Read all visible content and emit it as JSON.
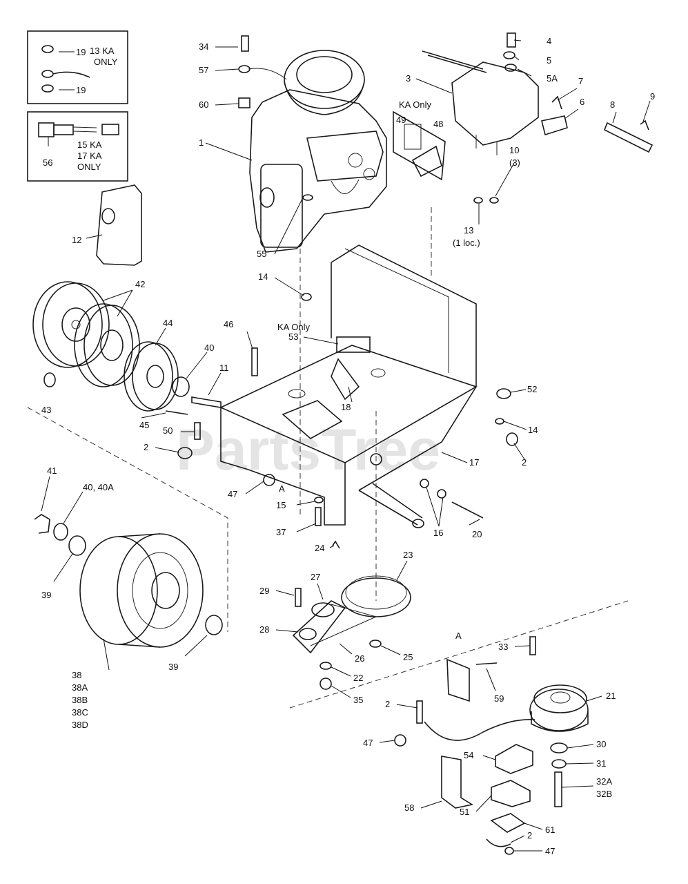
{
  "watermark": "PartsTree",
  "notes": {
    "ka13": [
      "13 KA",
      "ONLY"
    ],
    "ka1517": [
      "15 KA",
      "17 KA",
      "ONLY"
    ],
    "ka_only_top": "KA Only",
    "ka_only_mid": "KA Only",
    "view_a_marker": "A",
    "view_a_title": "A"
  },
  "callouts": [
    {
      "id": "34",
      "label": "34"
    },
    {
      "id": "57",
      "label": "57"
    },
    {
      "id": "60",
      "label": "60"
    },
    {
      "id": "1",
      "label": "1"
    },
    {
      "id": "19a",
      "label": "19"
    },
    {
      "id": "19b",
      "label": "19"
    },
    {
      "id": "56",
      "label": "56"
    },
    {
      "id": "12",
      "label": "12"
    },
    {
      "id": "42",
      "label": "42"
    },
    {
      "id": "43",
      "label": "43"
    },
    {
      "id": "44",
      "label": "44"
    },
    {
      "id": "40",
      "label": "40"
    },
    {
      "id": "11",
      "label": "11"
    },
    {
      "id": "46",
      "label": "46"
    },
    {
      "id": "45",
      "label": "45"
    },
    {
      "id": "50",
      "label": "50"
    },
    {
      "id": "2a",
      "label": "2"
    },
    {
      "id": "47a",
      "label": "47"
    },
    {
      "id": "15",
      "label": "15"
    },
    {
      "id": "37",
      "label": "37"
    },
    {
      "id": "41",
      "label": "41"
    },
    {
      "id": "4040a",
      "label": "40, 40A"
    },
    {
      "id": "39a",
      "label": "39"
    },
    {
      "id": "39b",
      "label": "39"
    },
    {
      "id": "38",
      "label": "38"
    },
    {
      "id": "38A",
      "label": "38A"
    },
    {
      "id": "38B",
      "label": "38B"
    },
    {
      "id": "38C",
      "label": "38C"
    },
    {
      "id": "38D",
      "label": "38D"
    },
    {
      "id": "55",
      "label": "55"
    },
    {
      "id": "14a",
      "label": "14"
    },
    {
      "id": "53",
      "label": "53"
    },
    {
      "id": "18",
      "label": "18"
    },
    {
      "id": "4",
      "label": "4"
    },
    {
      "id": "5",
      "label": "5"
    },
    {
      "id": "5A",
      "label": "5A"
    },
    {
      "id": "3",
      "label": "3"
    },
    {
      "id": "7",
      "label": "7"
    },
    {
      "id": "6",
      "label": "6"
    },
    {
      "id": "8",
      "label": "8"
    },
    {
      "id": "9",
      "label": "9"
    },
    {
      "id": "49",
      "label": "49"
    },
    {
      "id": "48",
      "label": "48"
    },
    {
      "id": "10",
      "label": "10"
    },
    {
      "id": "10q",
      "label": "(3)"
    },
    {
      "id": "13",
      "label": "13"
    },
    {
      "id": "13loc",
      "label": "(1 loc.)"
    },
    {
      "id": "52",
      "label": "52"
    },
    {
      "id": "14b",
      "label": "14"
    },
    {
      "id": "2b",
      "label": "2"
    },
    {
      "id": "17",
      "label": "17"
    },
    {
      "id": "16",
      "label": "16"
    },
    {
      "id": "20",
      "label": "20"
    },
    {
      "id": "24",
      "label": "24"
    },
    {
      "id": "23",
      "label": "23"
    },
    {
      "id": "27",
      "label": "27"
    },
    {
      "id": "29",
      "label": "29"
    },
    {
      "id": "28",
      "label": "28"
    },
    {
      "id": "26",
      "label": "26"
    },
    {
      "id": "25",
      "label": "25"
    },
    {
      "id": "22",
      "label": "22"
    },
    {
      "id": "35",
      "label": "35"
    },
    {
      "id": "33",
      "label": "33"
    },
    {
      "id": "59",
      "label": "59"
    },
    {
      "id": "21",
      "label": "21"
    },
    {
      "id": "2c",
      "label": "2"
    },
    {
      "id": "47b",
      "label": "47"
    },
    {
      "id": "30",
      "label": "30"
    },
    {
      "id": "31",
      "label": "31"
    },
    {
      "id": "32A",
      "label": "32A"
    },
    {
      "id": "32B",
      "label": "32B"
    },
    {
      "id": "54",
      "label": "54"
    },
    {
      "id": "58",
      "label": "58"
    },
    {
      "id": "51",
      "label": "51"
    },
    {
      "id": "61",
      "label": "61"
    },
    {
      "id": "2d",
      "label": "2"
    },
    {
      "id": "47c",
      "label": "47"
    }
  ]
}
